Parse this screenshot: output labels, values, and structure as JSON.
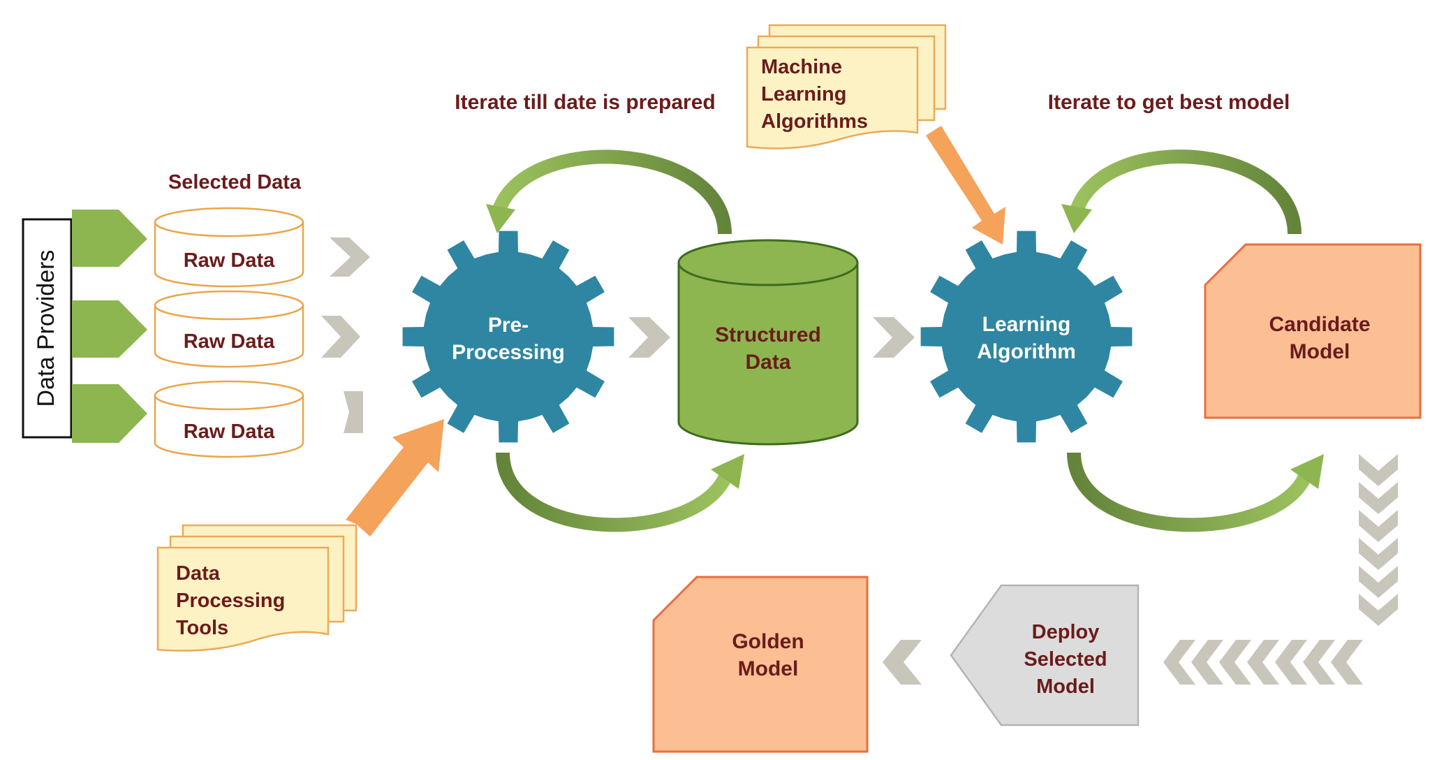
{
  "side_label": "Data Providers",
  "selected_data_label": "Selected Data",
  "raw_data": [
    "Raw Data",
    "Raw Data",
    "Raw Data"
  ],
  "iterate_prepare": "Iterate till date is prepared",
  "iterate_model": "Iterate to get best model",
  "preprocessing": [
    "Pre-",
    "Processing"
  ],
  "structured_data": [
    "Structured",
    "Data"
  ],
  "learning_algorithm": [
    "Learning",
    "Algorithm"
  ],
  "ml_algorithms": [
    "Machine",
    "Learning",
    "Algorithms"
  ],
  "data_processing_tools": [
    "Data",
    "Processing",
    "Tools"
  ],
  "candidate_model": [
    "Candidate",
    "Model"
  ],
  "deploy_selected_model": [
    "Deploy",
    "Selected",
    "Model"
  ],
  "golden_model": [
    "Golden",
    "Model"
  ],
  "colors": {
    "gear": "#2e86a3",
    "green": "#8db650",
    "green_dark": "#63843a",
    "orange_fill": "#fbbf93",
    "orange_stroke": "#e86e3e",
    "doc_fill": "#fdf2c4",
    "doc_stroke": "#ebaa5a",
    "chevron": "#c8c5bb",
    "label_text": "#6b1b1b"
  }
}
